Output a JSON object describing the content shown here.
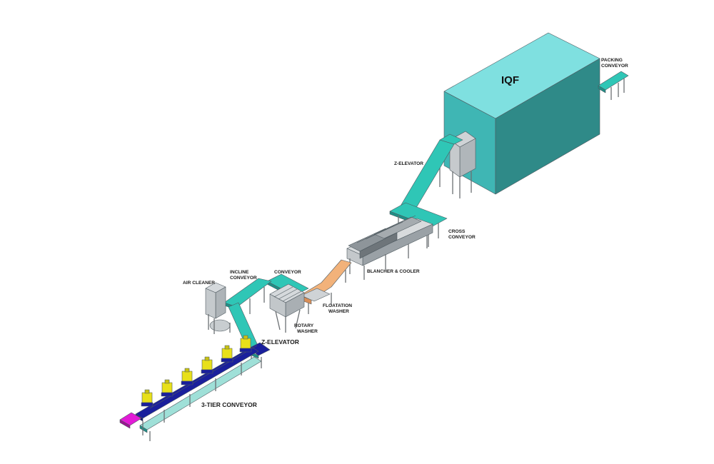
{
  "labels": {
    "iqf": "IQF",
    "packing_conveyor": [
      "PACKING",
      "CONVEYOR"
    ],
    "z_elevator_top": "Z-ELEVATOR",
    "cross_conveyor": [
      "CROSS",
      "CONVEYOR"
    ],
    "blancher_cooler": "BLANCHER & COOLER",
    "floatation_washer": [
      "FLOATATION",
      "WASHER"
    ],
    "rotary_washer": [
      "ROTARY",
      "WASHER"
    ],
    "conveyor": "CONVEYOR",
    "incline_conveyor": [
      "INCLINE",
      "CONVEYOR"
    ],
    "air_cleaner": "AIR CLEANER",
    "z_elevator_bottom": "Z-ELEVATOR",
    "three_tier_conveyor": "3-TIER CONVEYOR"
  },
  "colors": {
    "iqf_top": "#7fe0e0",
    "iqf_front": "#3fb6b4",
    "iqf_side": "#2f8a88",
    "belt_teal": "#2fc6b6",
    "belt_teal_dark": "#1f8f86",
    "belt_blue": "#1a1f9c",
    "bin_yellow": "#e8e01a",
    "magenta": "#e21bd6",
    "belt_orange": "#f2b27a",
    "steel": "#b9bec2",
    "steel_dark": "#7d8489"
  }
}
